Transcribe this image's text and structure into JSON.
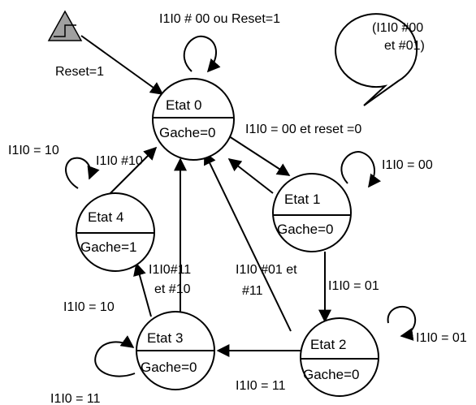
{
  "states": [
    {
      "id": "s0",
      "name": "Etat 0",
      "output": "Gache=0"
    },
    {
      "id": "s1",
      "name": "Etat 1",
      "output": "Gache=0"
    },
    {
      "id": "s2",
      "name": "Etat 2",
      "output": "Gache=0"
    },
    {
      "id": "s3",
      "name": "Etat 3",
      "output": "Gache=0"
    },
    {
      "id": "s4",
      "name": "Etat 4",
      "output": "Gache=1"
    }
  ],
  "labels": {
    "self_s0": "I1I0 # 00 ou Reset=1",
    "reset": "Reset=1",
    "t01": "I1I0 = 00 et reset =0",
    "self_s1": "I1I0 = 00",
    "t12": "I1I0 = 01",
    "self_s2": "I1I0 = 01",
    "t23": "I1I0 = 11",
    "self_s3": "I1I0 = 11",
    "t34": "I1I0 = 10",
    "self_s4": "I1I0 = 10",
    "t40": "I1I0 #10",
    "t30_a": "I1I0#11",
    "t30_b": "et #10",
    "t20_a": "I1I0 #01 et",
    "t20_b": "#11",
    "bubble_a": "(I1I0 #00",
    "bubble_b": "et #01)"
  },
  "colors": {
    "ink": "#000000",
    "reset_icon": "#a0a0a0"
  },
  "icons": {
    "reset": "reset-step-icon",
    "comment": "speech-bubble-icon"
  }
}
